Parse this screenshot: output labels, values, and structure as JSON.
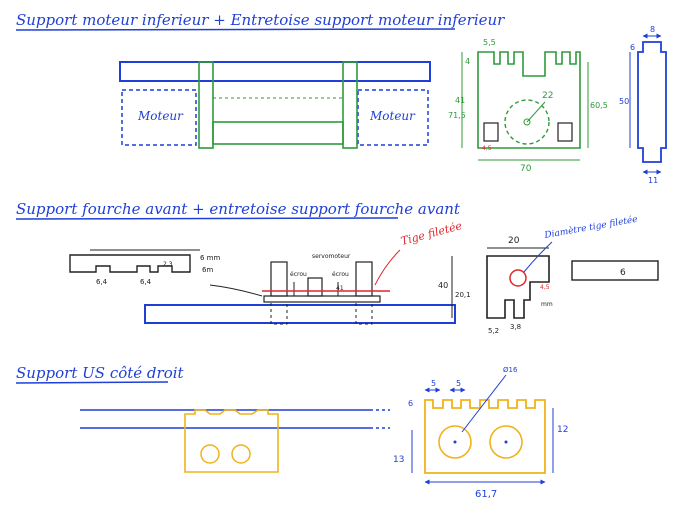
{
  "colors": {
    "blue": "#1f3fd6",
    "green": "#2f9a3a",
    "black": "#222222",
    "red": "#e0262b",
    "yellow": "#f0b21a",
    "grey": "#777777"
  },
  "section1": {
    "title": "Support moteur inferieur  + Entretoise support moteur inferieur",
    "motor_left": "Moteur",
    "motor_right": "Moteur",
    "dims": {
      "top_gap": "5,5",
      "left_height": "71,5",
      "left_inner": "41",
      "center": "22",
      "right_height": "60,5",
      "width": "70",
      "small": "4",
      "small2": "4,5"
    }
  },
  "section1_right": {
    "top": "8",
    "left_small": "6",
    "height": "50",
    "bottom": "11"
  },
  "section2": {
    "title": "Support fourche avant + entretoise support fourche avant",
    "left_dims": {
      "thick": "6 mm",
      "height": "6m",
      "b1": "6,4",
      "b2": "6,4",
      "b3": "2,3"
    },
    "middle_labels": {
      "servo": "servomoteur",
      "e1": "écrou",
      "e2": "écrou",
      "s": "41"
    },
    "tige": "Tige filetée",
    "diam_label": "Diamètre tige filetée",
    "right_dims": {
      "top": "20",
      "h1": "40",
      "h2": "20,1",
      "b1": "5,2",
      "b2": "3,8",
      "mm": "mm",
      "r": "4,5"
    },
    "spacer": "6"
  },
  "section3": {
    "title": "Support US côté droit",
    "dims": {
      "d1": "5",
      "d2": "5",
      "d3": "6",
      "right": "12",
      "left": "13",
      "width": "61,7",
      "diam": "Ø16"
    }
  }
}
